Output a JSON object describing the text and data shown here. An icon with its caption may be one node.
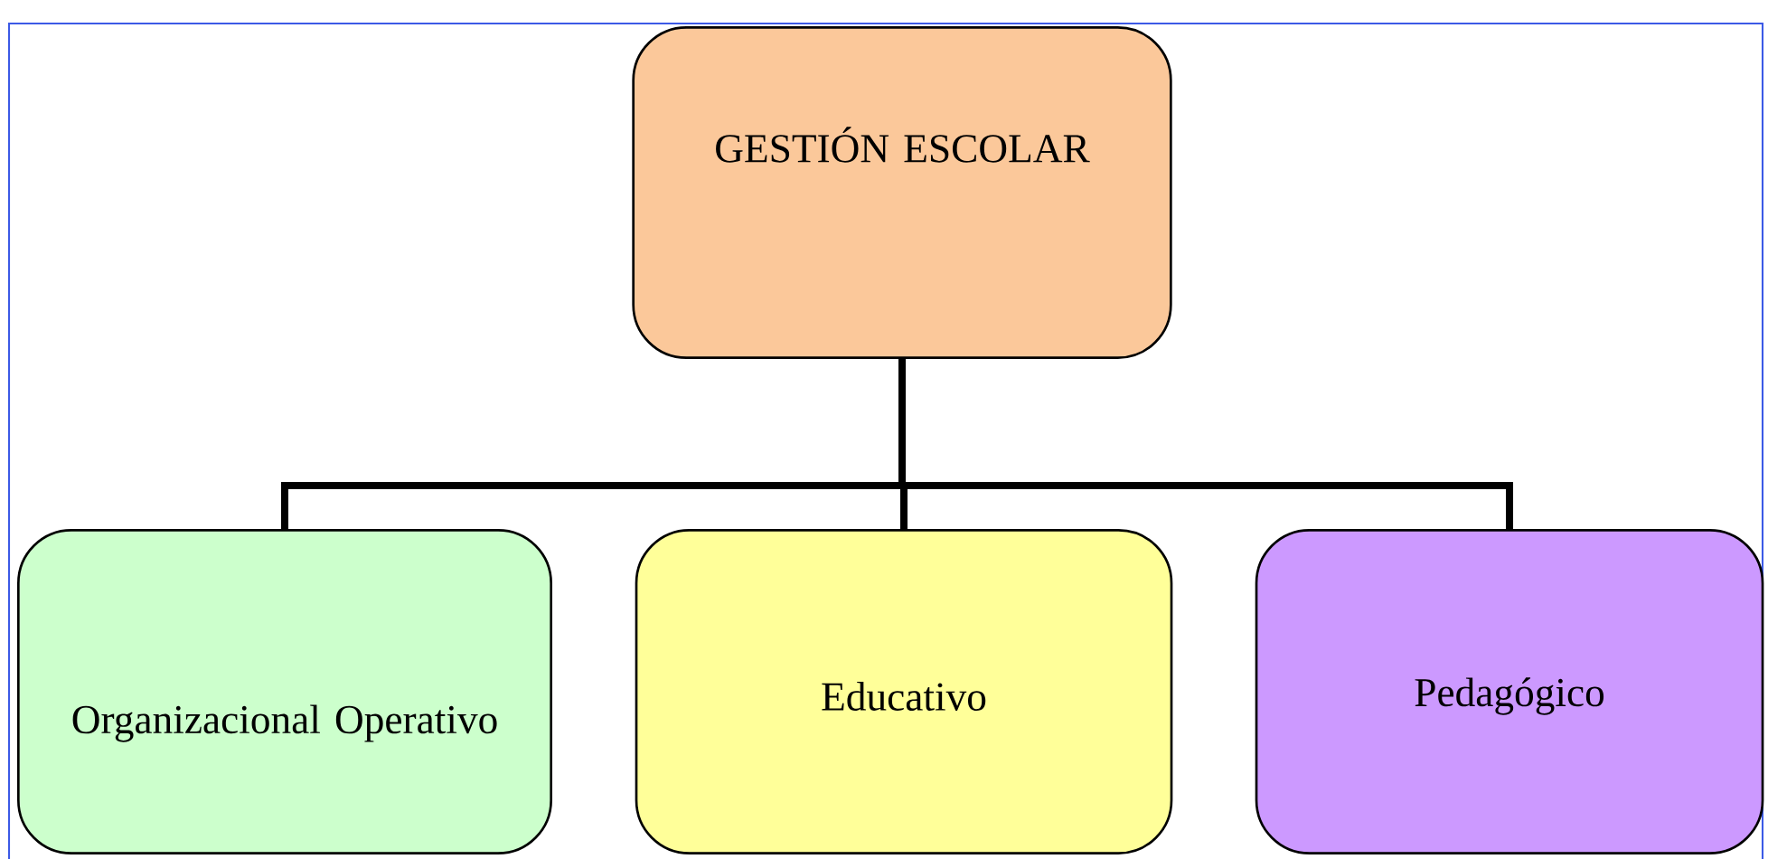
{
  "diagram": {
    "nodes": [
      {
        "text": [
          "GESTIÓN ESCOLAR"
        ]
      },
      {
        "text": [
          "Organizacional Operativo"
        ]
      },
      {
        "text": [
          "Educativo"
        ]
      },
      {
        "text": [
          "Pedagógico"
        ]
      }
    ],
    "edges": [
      {
        "from": 0,
        "to": 1,
        "arrow": "none"
      },
      {
        "from": 0,
        "to": 2,
        "arrow": "none"
      },
      {
        "from": 0,
        "to": 3,
        "arrow": "none"
      }
    ]
  }
}
